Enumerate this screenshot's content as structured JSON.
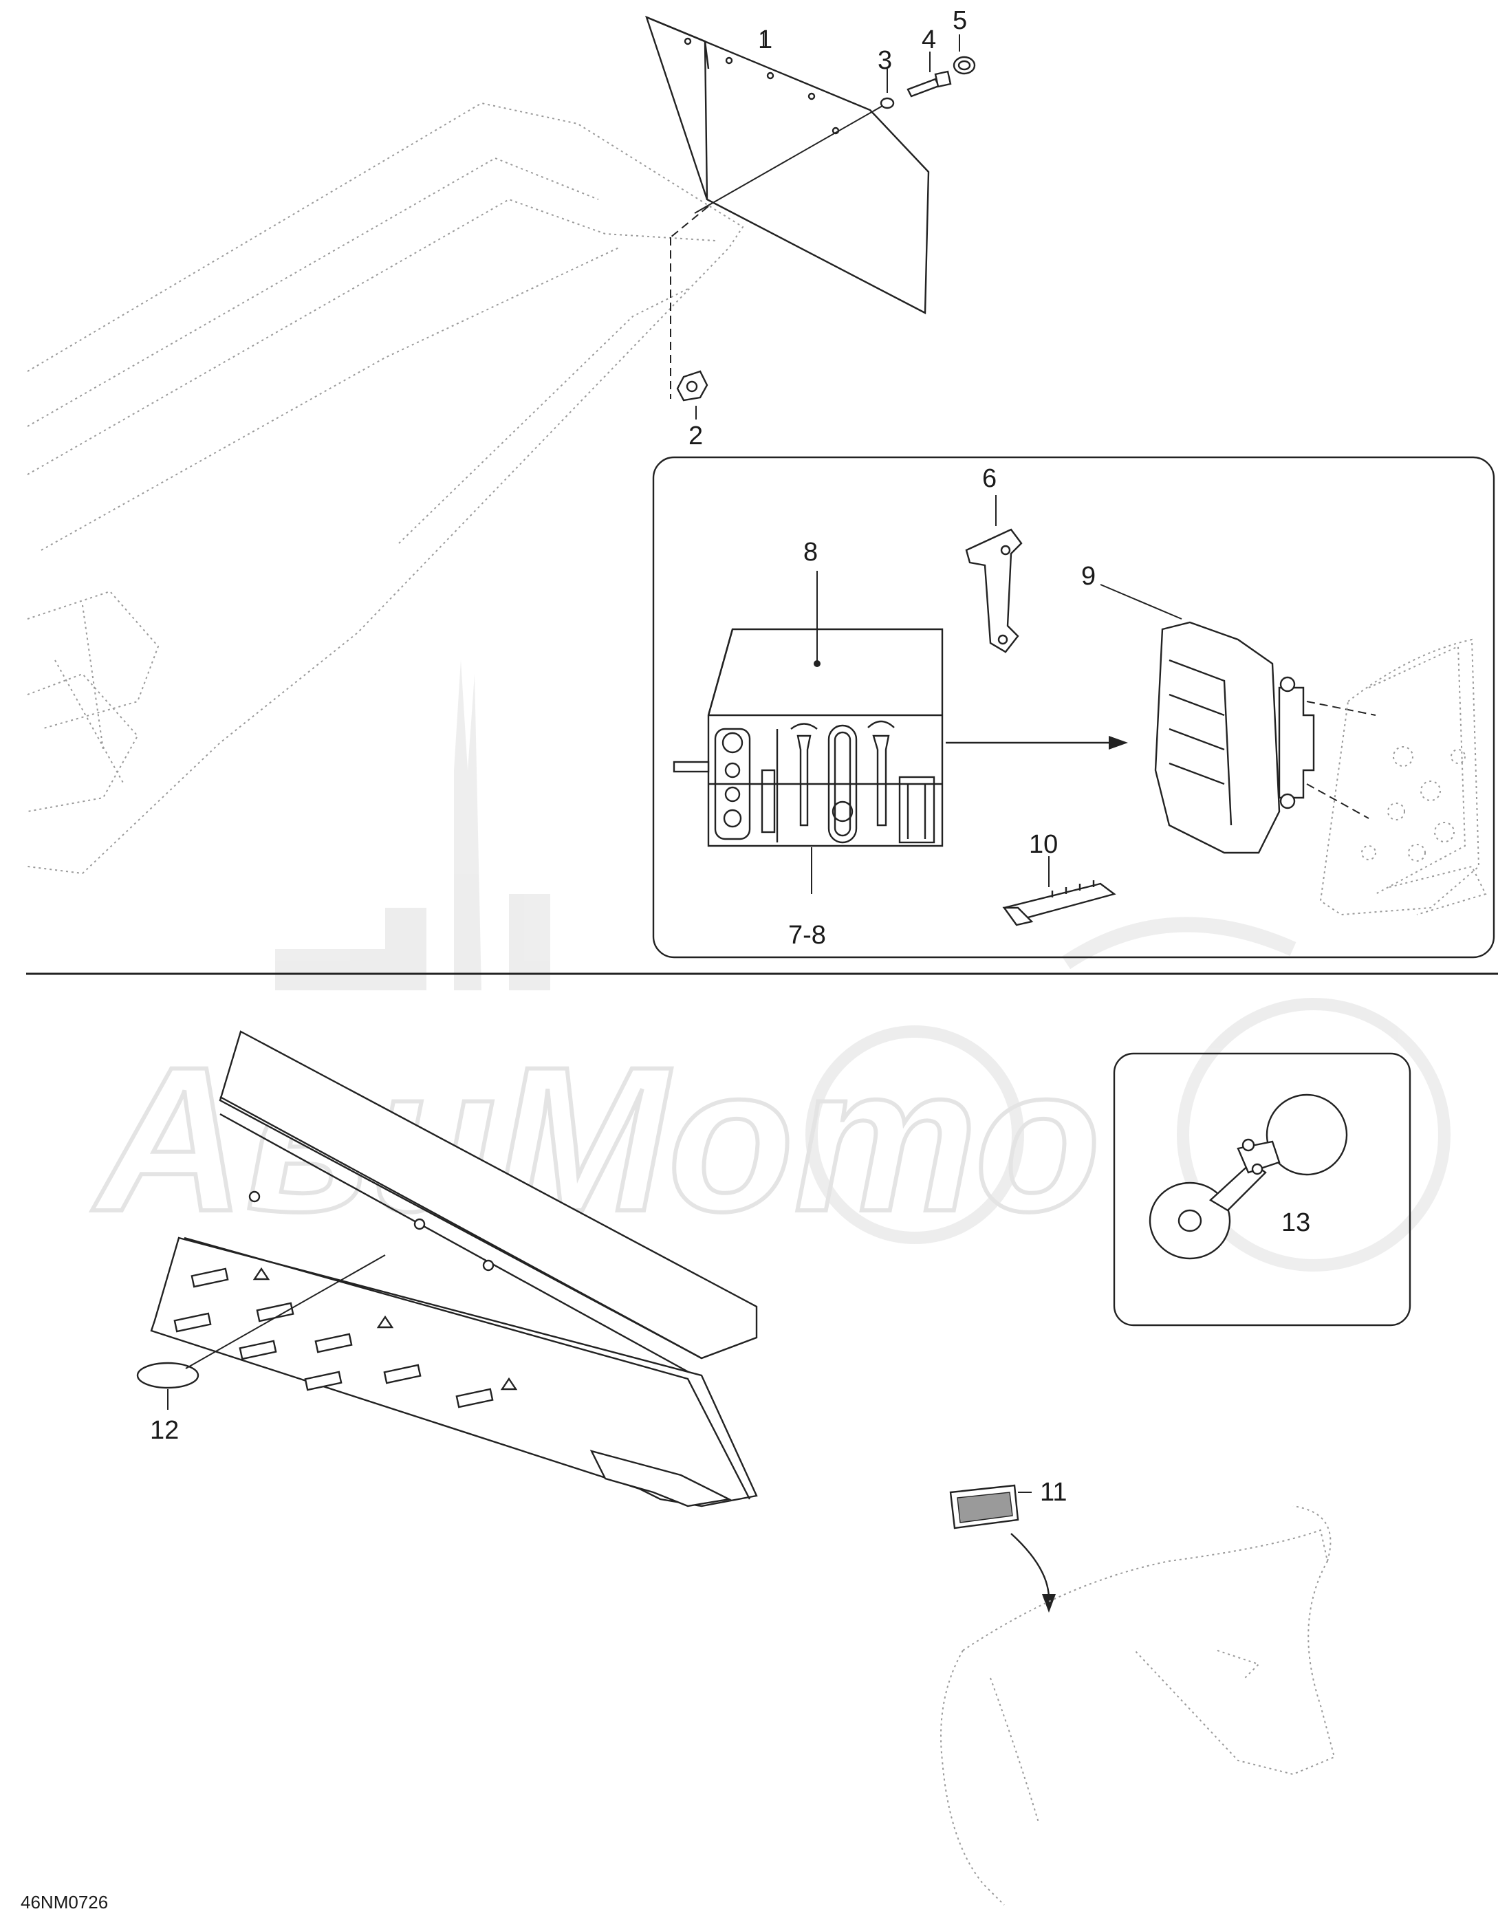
{
  "diagram": {
    "drawing_code": "46NM0726",
    "watermark_text": "АвиМото",
    "callouts": [
      {
        "id": "1",
        "label": "1"
      },
      {
        "id": "2",
        "label": "2"
      },
      {
        "id": "3",
        "label": "3"
      },
      {
        "id": "4",
        "label": "4"
      },
      {
        "id": "5",
        "label": "5"
      },
      {
        "id": "6",
        "label": "6"
      },
      {
        "id": "7-8",
        "label": "7-8"
      },
      {
        "id": "8",
        "label": "8"
      },
      {
        "id": "9",
        "label": "9"
      },
      {
        "id": "10",
        "label": "10"
      },
      {
        "id": "11",
        "label": "11"
      },
      {
        "id": "12",
        "label": "12"
      },
      {
        "id": "13",
        "label": "13"
      }
    ]
  }
}
